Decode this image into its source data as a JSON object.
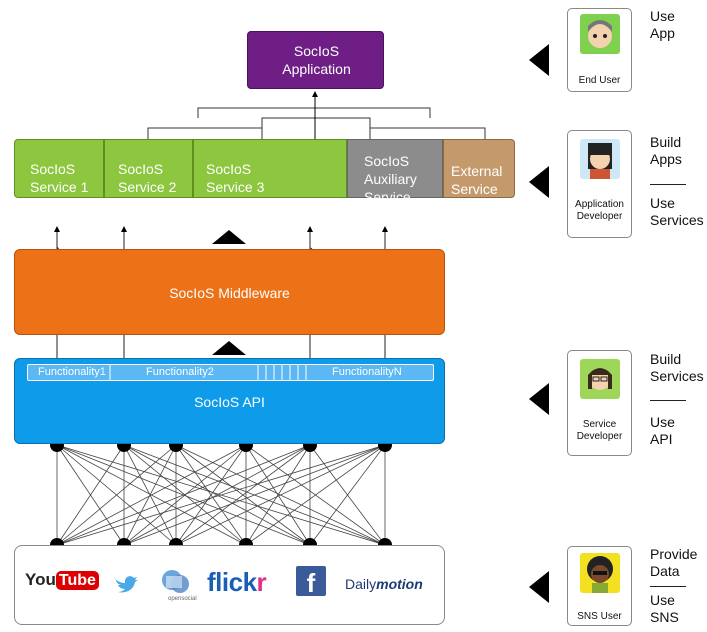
{
  "application": {
    "label": "SocIoS\nApplication"
  },
  "services": [
    {
      "label": "SocIoS\nService 1"
    },
    {
      "label": "SocIoS\nService 2"
    },
    {
      "label": "SocIoS\nService 3"
    },
    {
      "label": "SocIoS\nAuxiliary\nService"
    },
    {
      "label": "External\nService"
    }
  ],
  "middleware": {
    "label": "SocIoS Middleware"
  },
  "api": {
    "label": "SocIoS API",
    "functionalities": [
      "Functionality1",
      "Functionality2",
      "FunctionalityN"
    ]
  },
  "sns_logos": {
    "youtube_you": "You",
    "youtube_tube": "Tube",
    "opensocial": "opensocial",
    "flickr_a": "flick",
    "flickr_b": "r",
    "facebook": "f",
    "dailymotion_a": "Daily",
    "dailymotion_b": "motion"
  },
  "roles": [
    {
      "label": "End User",
      "actions": "Use\nApp"
    },
    {
      "label": "Application\nDeveloper",
      "actions_build": "Build\nApps",
      "actions_use": "Use\nServices"
    },
    {
      "label": "Service\nDeveloper",
      "actions_build": "Build\nServices",
      "actions_use": "Use\nAPI"
    },
    {
      "label": "SNS User",
      "actions_build": "Provide\nData",
      "actions_use": "Use\nSNS"
    }
  ],
  "colors": {
    "application": "#6f1e86",
    "service": "#8dc63f",
    "auxiliary": "#8c8c8c",
    "external": "#c49a6c",
    "middleware": "#ec7117",
    "api": "#0d9bea"
  }
}
